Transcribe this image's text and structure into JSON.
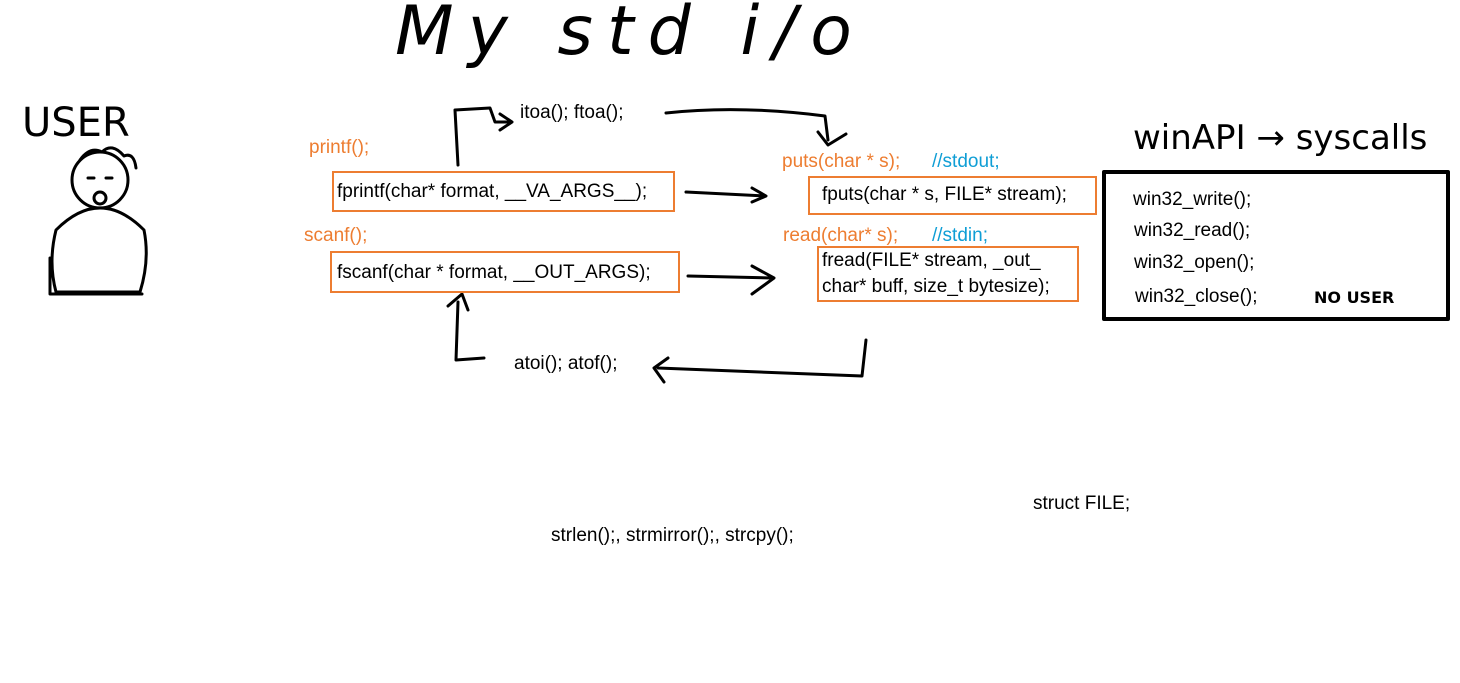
{
  "handwritten": {
    "title": "My std i/o",
    "user_label": "USER",
    "winapi_label": "winAPI → syscalls",
    "no_user": "NO USER"
  },
  "left": {
    "printf": "printf();",
    "fprintf": "fprintf(char* format, __VA_ARGS__);",
    "scanf": "scanf();",
    "fscanf": "fscanf(char * format, __OUT_ARGS);",
    "itoa_ftoa": "itoa(); ftoa();",
    "atoi_atof": "atoi(); atof();"
  },
  "middle": {
    "puts": "puts(char * s);",
    "stdout_comment": "//stdout;",
    "fputs": "fputs(char * s, FILE* stream);",
    "read": "read(char* s);",
    "stdin_comment": "//stdin;",
    "fread_line1": "fread(FILE* stream, _out_",
    "fread_line2": "char* buff, size_t bytesize);"
  },
  "winapi": {
    "calls": [
      "win32_write();",
      "win32_read();",
      "win32_open();",
      "win32_close();"
    ]
  },
  "bottom": {
    "struct_file": "struct FILE;",
    "string_funcs": "strlen();, strmirror();, strcpy();"
  },
  "colors": {
    "orange": "#ed7d31",
    "blue": "#0f9ed5",
    "ink": "#000000"
  }
}
